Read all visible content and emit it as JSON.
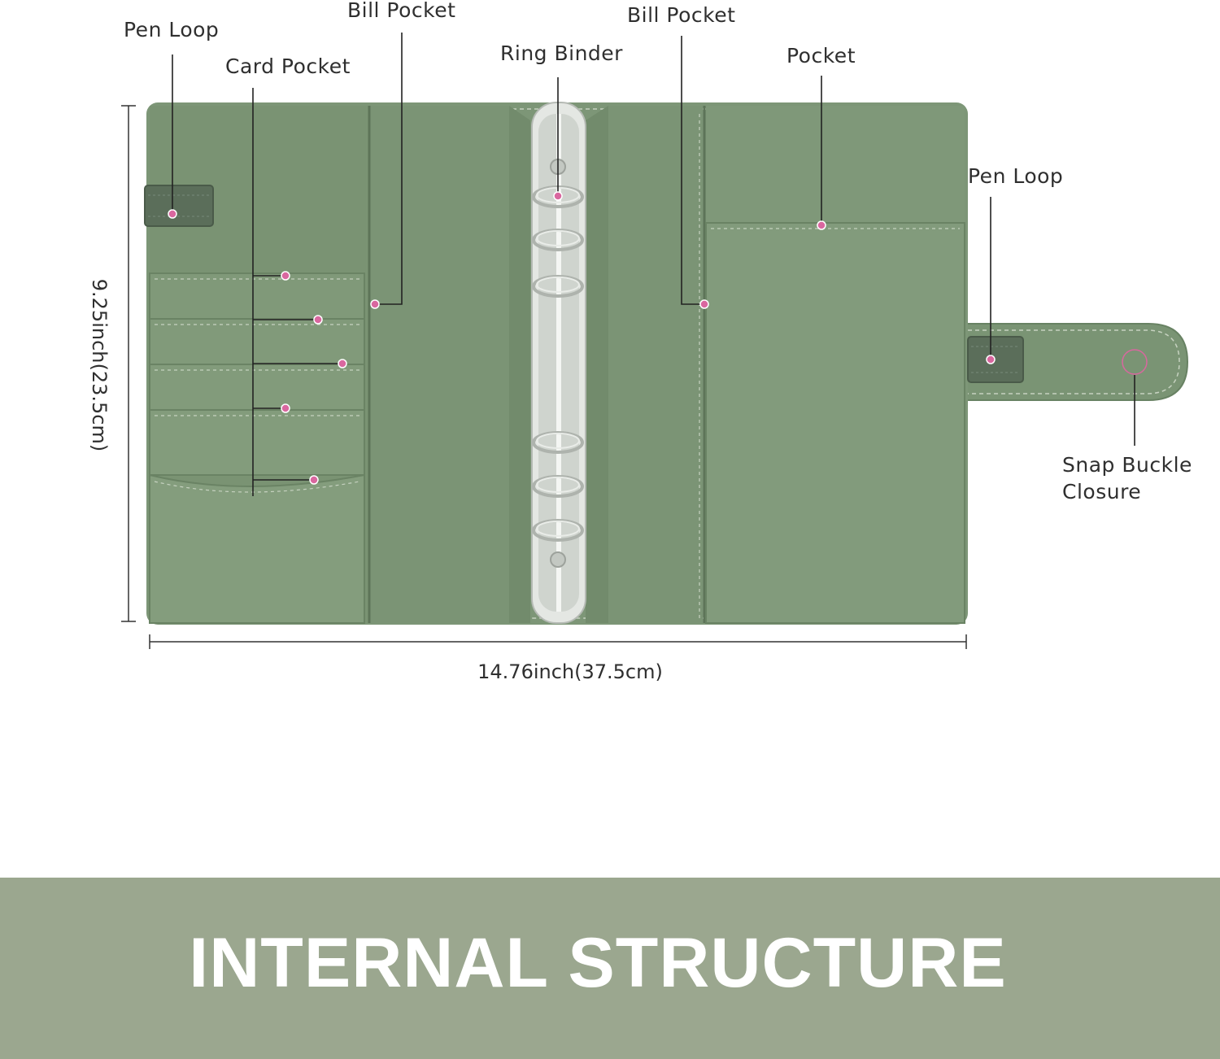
{
  "labels": {
    "pen_loop_left": "Pen Loop",
    "card_pocket": "Card Pocket",
    "bill_pocket_left": "Bill Pocket",
    "ring_binder": "Ring Binder",
    "bill_pocket_right": "Bill Pocket",
    "pocket": "Pocket",
    "pen_loop_right": "Pen Loop",
    "snap_buckle_line1": "Snap Buckle",
    "snap_buckle_line2": "Closure"
  },
  "dimensions": {
    "height": "9.25inch(23.5cm)",
    "width": "14.76inch(37.5cm)"
  },
  "footer": {
    "title": "INTERNAL STRUCTURE"
  },
  "colors": {
    "leather": "#7d9677",
    "leather_dark": "#6c8566",
    "stitch": "#c6d2c0",
    "marker": "#d9679f",
    "band": "#9ba78f"
  }
}
